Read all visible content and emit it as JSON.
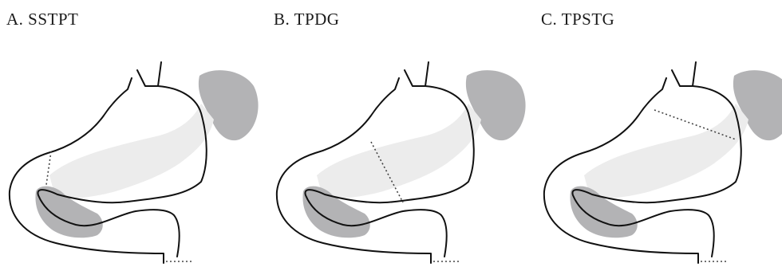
{
  "panels": [
    {
      "id": "a",
      "label": "A. SSTPT"
    },
    {
      "id": "b",
      "label": "B. TPDG"
    },
    {
      "id": "c",
      "label": "C. TPSTG"
    }
  ]
}
